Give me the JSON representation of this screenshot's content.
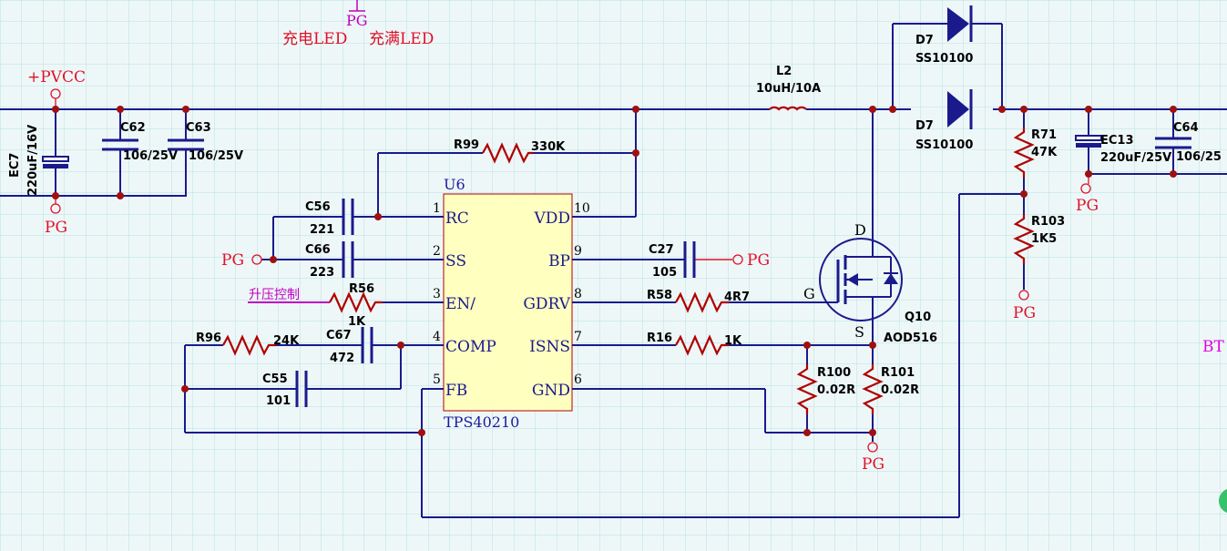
{
  "top": {
    "pg_label": "PG",
    "charge_led": "充电LED",
    "full_led": "充满LED"
  },
  "power": {
    "pvcc": "+PVCC"
  },
  "ground_label": "PG",
  "ic": {
    "ref": "U6",
    "part": "TPS40210",
    "left_pins": [
      {
        "num": "1",
        "name": "RC"
      },
      {
        "num": "2",
        "name": "SS"
      },
      {
        "num": "3",
        "name": "EN/"
      },
      {
        "num": "4",
        "name": "COMP"
      },
      {
        "num": "5",
        "name": "FB"
      }
    ],
    "right_pins": [
      {
        "num": "10",
        "name": "VDD"
      },
      {
        "num": "9",
        "name": "BP"
      },
      {
        "num": "8",
        "name": "GDRV"
      },
      {
        "num": "7",
        "name": "ISNS"
      },
      {
        "num": "6",
        "name": "GND"
      }
    ]
  },
  "components": {
    "ec7": {
      "ref": "EC7",
      "value": "220uF/16V"
    },
    "c62": {
      "ref": "C62",
      "value": "106/25V"
    },
    "c63": {
      "ref": "C63",
      "value": "106/25V"
    },
    "r99": {
      "ref": "R99",
      "value": "330K"
    },
    "c56": {
      "ref": "C56",
      "value": "221"
    },
    "c66": {
      "ref": "C66",
      "value": "223"
    },
    "r56": {
      "ref": "R56",
      "value": "1K"
    },
    "r96": {
      "ref": "R96",
      "value": "24K"
    },
    "c67": {
      "ref": "C67",
      "value": "472"
    },
    "c55": {
      "ref": "C55",
      "value": "101"
    },
    "c27": {
      "ref": "C27",
      "value": "105"
    },
    "r58": {
      "ref": "R58",
      "value": "4R7"
    },
    "r16": {
      "ref": "R16",
      "value": "1K"
    },
    "r100": {
      "ref": "R100",
      "value": "0.02R"
    },
    "r101": {
      "ref": "R101",
      "value": "0.02R"
    },
    "l2": {
      "ref": "L2",
      "value": "10uH/10A"
    },
    "d7a": {
      "ref": "D7",
      "value": "SS10100"
    },
    "d7b": {
      "ref": "D7",
      "value": "SS10100"
    },
    "q10": {
      "ref": "Q10",
      "value": "AOD516",
      "gate": "G",
      "drain": "D",
      "source": "S"
    },
    "r71": {
      "ref": "R71",
      "value": "47K"
    },
    "r103": {
      "ref": "R103",
      "value": "1K5"
    },
    "ec13": {
      "ref": "EC13",
      "value": "220uF/25V"
    },
    "c64": {
      "ref": "C64",
      "value": "106/25"
    }
  },
  "nets": {
    "boost_ctrl": "升压控制",
    "bt": "BT"
  },
  "colors": {
    "wire": "#1a1a8c",
    "resistor": "#b00000",
    "ground_text": "#e0102a",
    "ic_fill": "#ffffc0",
    "net_label": "#c000c0",
    "grid": "#b7e1e6"
  }
}
